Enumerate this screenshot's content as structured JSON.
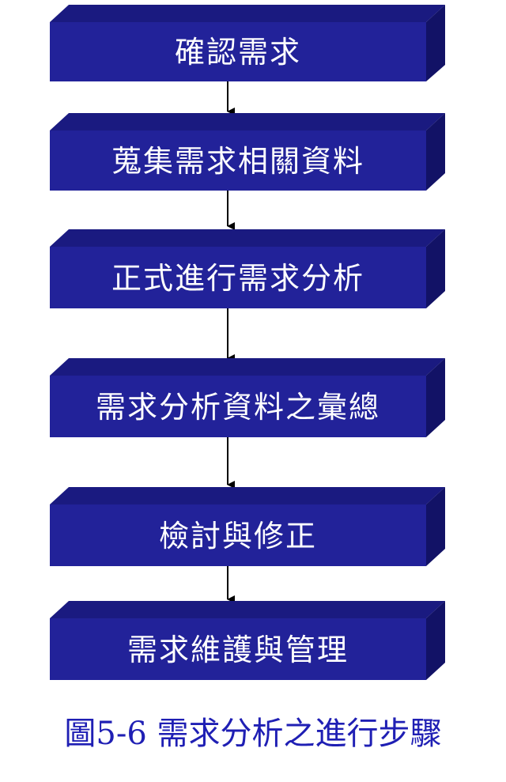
{
  "colors": {
    "box_front": "#222299",
    "box_top": "#1a1a80",
    "box_side": "#121266",
    "box_text": "#ffffff",
    "arrow": "#000000",
    "caption": "#1f1fb4"
  },
  "steps": [
    {
      "label": "確認需求"
    },
    {
      "label": "蒐集需求相關資料"
    },
    {
      "label": "正式進行需求分析"
    },
    {
      "label": "需求分析資料之彙總"
    },
    {
      "label": "檢討與修正"
    },
    {
      "label": "需求維護與管理"
    }
  ],
  "caption": "圖5-6 需求分析之進行步驟"
}
